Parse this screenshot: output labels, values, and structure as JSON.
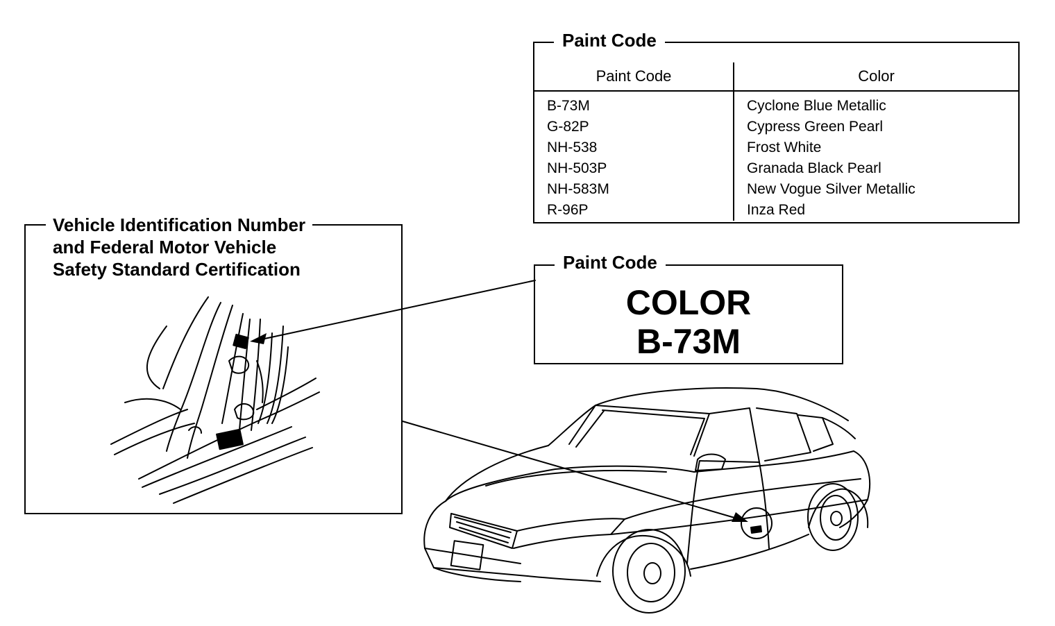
{
  "paint_code_table": {
    "title": "Paint Code",
    "headers": [
      "Paint Code",
      "Color"
    ],
    "rows": [
      [
        "B-73M",
        "Cyclone Blue Metallic"
      ],
      [
        "G-82P",
        "Cypress Green Pearl"
      ],
      [
        "NH-538",
        "Frost White"
      ],
      [
        "NH-503P",
        "Granada Black Pearl"
      ],
      [
        "NH-583M",
        "New Vogue Silver Metallic"
      ],
      [
        "R-96P",
        "Inza Red"
      ]
    ]
  },
  "paint_code_label": {
    "title": "Paint Code",
    "line1": "COLOR",
    "line2": "B-73M"
  },
  "vin_box": {
    "title_lines": [
      "Vehicle Identification Number",
      "and Federal Motor Vehicle",
      "Safety Standard Certification"
    ]
  }
}
